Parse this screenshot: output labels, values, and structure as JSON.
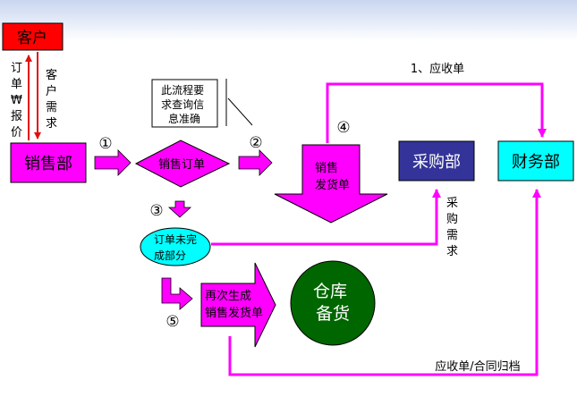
{
  "nodes": {
    "customer": "客户",
    "sales_dept": "销售部",
    "sales_order": "销售订单",
    "note_lines": [
      "此流程要",
      "求查询信",
      "息准确"
    ],
    "sales_delivery_lines": [
      "销售",
      "发货单"
    ],
    "purchase_dept": "采购部",
    "finance_dept": "财务部",
    "incomplete_order_lines": [
      "订单未完",
      "成部分"
    ],
    "reissue_lines": [
      "再次生成",
      "销售发货单"
    ],
    "warehouse_lines": [
      "仓库",
      "备货"
    ]
  },
  "edge_labels": {
    "order_quote": [
      "订",
      "单",
      "₩",
      "报",
      "价"
    ],
    "customer_demand": [
      "客",
      "户",
      "需",
      "求"
    ],
    "receivable": "1、应收单",
    "purchase_demand": [
      "采",
      "购",
      "需",
      "求"
    ],
    "receivable_archive": "应收单/合同归档"
  },
  "steps": [
    "①",
    "②",
    "③",
    "④",
    "⑤"
  ],
  "colors": {
    "customer": "#ff0000",
    "magenta": "#ff00ff",
    "purchase": "#333399",
    "finance": "#00ffff",
    "incomplete": "#00ffff",
    "warehouse": "#006600",
    "customer_arrows": "#e01010"
  }
}
